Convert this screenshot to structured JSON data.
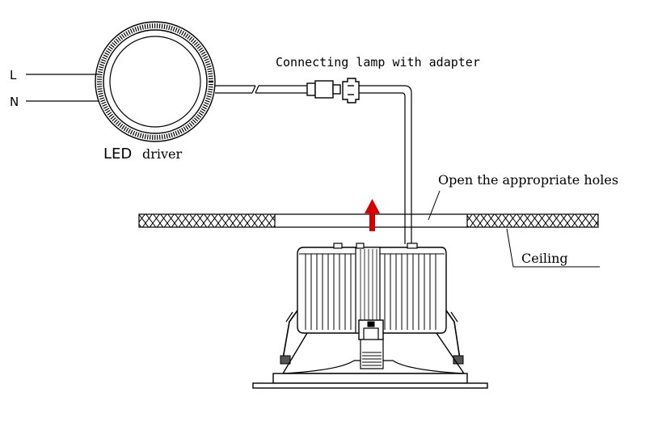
{
  "labels": {
    "line_l": "L",
    "line_n": "N",
    "driver_led": "LED",
    "driver_word": "driver",
    "connector": "Connecting lamp with adapter",
    "holes": "Open the appropriate holes",
    "ceiling": "Ceiling"
  },
  "colors": {
    "line": "#000000",
    "arrow": "#d40000",
    "background": "#ffffff"
  }
}
